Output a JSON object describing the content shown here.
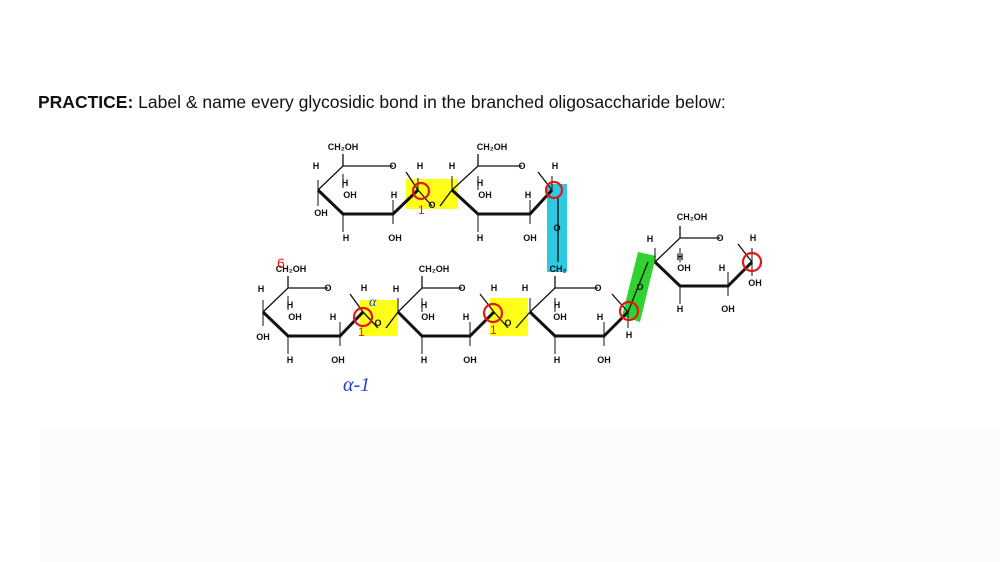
{
  "header": {
    "prefix": "PRACTICE:",
    "instruction": "Label & name every glycosidic bond in the branched oligosaccharide below:"
  },
  "labels": {
    "ch2oh": "CH₂OH",
    "ch2": "CH₂",
    "h": "H",
    "oh": "OH",
    "o": "O"
  },
  "annotations": {
    "carbon6": "6",
    "carbon1": "1",
    "alpha_symbol": "α",
    "bond_label": "α-1"
  },
  "colors": {
    "yellow_highlight": "#ffff1a",
    "cyan_highlight": "#2ec8e0",
    "green_highlight": "#2fd22f",
    "red_circle": "#e01818",
    "blue_ink": "#2040d8"
  }
}
